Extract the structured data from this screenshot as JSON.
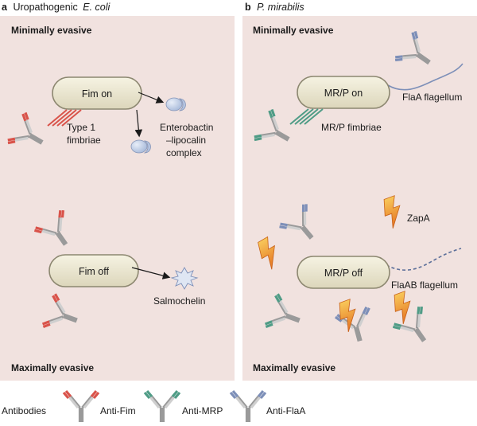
{
  "panel_a": {
    "letter": "a",
    "title": "Uropathogenic",
    "title_italic": "E. coli",
    "top_label": "Minimally evasive",
    "bottom_label": "Maximally evasive",
    "cell_on": "Fim on",
    "cell_off": "Fim off",
    "fimbriae_label_1": "Type 1",
    "fimbriae_label_2": "fimbriae",
    "siderophore_on_1": "Enterobactin",
    "siderophore_on_2": "–lipocalin",
    "siderophore_on_3": "complex",
    "siderophore_off": "Salmochelin"
  },
  "panel_b": {
    "letter": "b",
    "title_italic": "P. mirabilis",
    "top_label": "Minimally evasive",
    "bottom_label": "Maximally evasive",
    "cell_on": "MR/P on",
    "cell_off": "MR/P off",
    "fimbriae_label": "MR/P fimbriae",
    "flagellum_on": "FlaA flagellum",
    "flagellum_off": "FlaAB flagellum",
    "protease": "ZapA"
  },
  "legend": {
    "title": "Antibodies",
    "items": [
      {
        "label": "Anti-Fim",
        "color": "#d9534a"
      },
      {
        "label": "Anti-MRP",
        "color": "#4f9c86"
      },
      {
        "label": "Anti-FlaA",
        "color": "#7d8fb8"
      }
    ]
  },
  "colors": {
    "panel_bg": "#f1e2df",
    "cell_fill": "#ece8d2",
    "cell_stroke": "#8c8770",
    "fim": "#d9534a",
    "mrp": "#4f9c86",
    "flaa": "#7d8fb8",
    "lightning": "#f0a23a",
    "antibody_body": "#c9c9c9"
  }
}
